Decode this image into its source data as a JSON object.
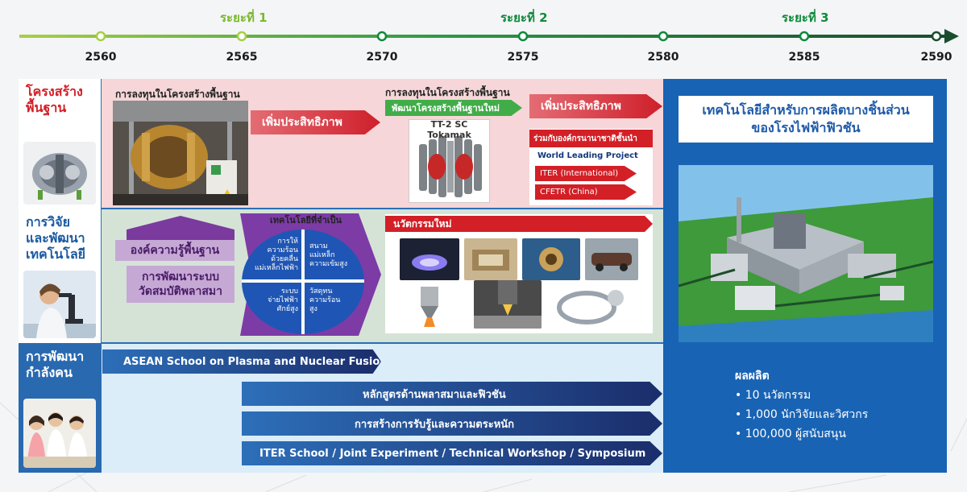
{
  "timeline": {
    "phases": [
      {
        "label": "ระยะที่ 1"
      },
      {
        "label": "ระยะที่ 2"
      },
      {
        "label": "ระยะที่ 3"
      }
    ],
    "years": [
      "2560",
      "2565",
      "2570",
      "2575",
      "2580",
      "2585",
      "2590"
    ],
    "colors": {
      "early": "#a8cf45",
      "late": "#0f8a3c",
      "end": "#1a4d2e"
    }
  },
  "rows": {
    "infrastructure": {
      "label_line1": "โครงสร้าง",
      "label_line2": "พื้นฐาน",
      "caption1": "การลงทุนในโครงสร้างพื้นฐาน",
      "efficiency1": "เพิ่มประสิทธิภาพ",
      "caption2": "การลงทุนในโครงสร้างพื้นฐาน",
      "new_infra": "พัฒนาโครงสร้างพื้นฐานใหม่",
      "tokamak": "TT-2 SC Tokamak",
      "efficiency2": "เพิ่มประสิทธิภาพ",
      "partner_title": "ร่วมกับองค์กรนานาชาติชั้นนำ",
      "partner_sub": "World Leading Project",
      "partners": [
        "ITER (International)",
        "CFETR (China)"
      ],
      "colors": {
        "label": "#d31f26",
        "band": "#f6d6d8"
      }
    },
    "research": {
      "label_line1": "การวิจัย",
      "label_line2": "และพัฒนา",
      "label_line3": "เทคโนโลยี",
      "basic_knowledge": "องค์ความรู้พื้นฐาน",
      "plasma_dev_line1": "การพัฒนาระบบ",
      "plasma_dev_line2": "วัดสมบัติพลาสมา",
      "tech_needed": "เทคโนโลยีที่จำเป็น",
      "quadrants": {
        "q1": [
          "การให้",
          "ความร้อน",
          "ด้วยคลื่น",
          "แม่เหล็กไฟฟ้า"
        ],
        "q2": [
          "สนาม",
          "แม่เหล็ก",
          "ความเข้มสูง"
        ],
        "q3": [
          "ระบบ",
          "จ่ายไฟฟ้า",
          "ศักย์สูง"
        ],
        "q4": [
          "วัสดุทน",
          "ความร้อน",
          "สูง"
        ]
      },
      "innovation": "นวัตกรรมใหม่",
      "colors": {
        "label": "#1a5aa0",
        "band": "#d5e3d6",
        "purple": "#7b3a9e",
        "circle": "#1f56b5"
      }
    },
    "manpower": {
      "label_line1": "การพัฒนา",
      "label_line2": "กำลังคน",
      "programs": [
        "ASEAN School on Plasma and Nuclear Fusion",
        "หลักสูตรด้านพลาสมาและฟิวชัน",
        "การสร้างการรับรู้และความตระหนัก",
        "ITER School / Joint Experiment / Technical Workshop / Symposium"
      ],
      "colors": {
        "label_bg": "#2969b0",
        "band": "#daedf9"
      }
    }
  },
  "right_panel": {
    "title_line1": "เทคโนโลยีสำหรับการผลิตบางชิ้นส่วน",
    "title_line2": "ของโรงไฟฟ้าฟิวชัน",
    "output_title": "ผลผลิต",
    "outputs": [
      "• 10 นวัตกรรม",
      "• 1,000 นักวิจัยและวิศวกร",
      "• 100,000 ผู้สนับสนุน"
    ],
    "colors": {
      "background": "#1863b4"
    }
  }
}
